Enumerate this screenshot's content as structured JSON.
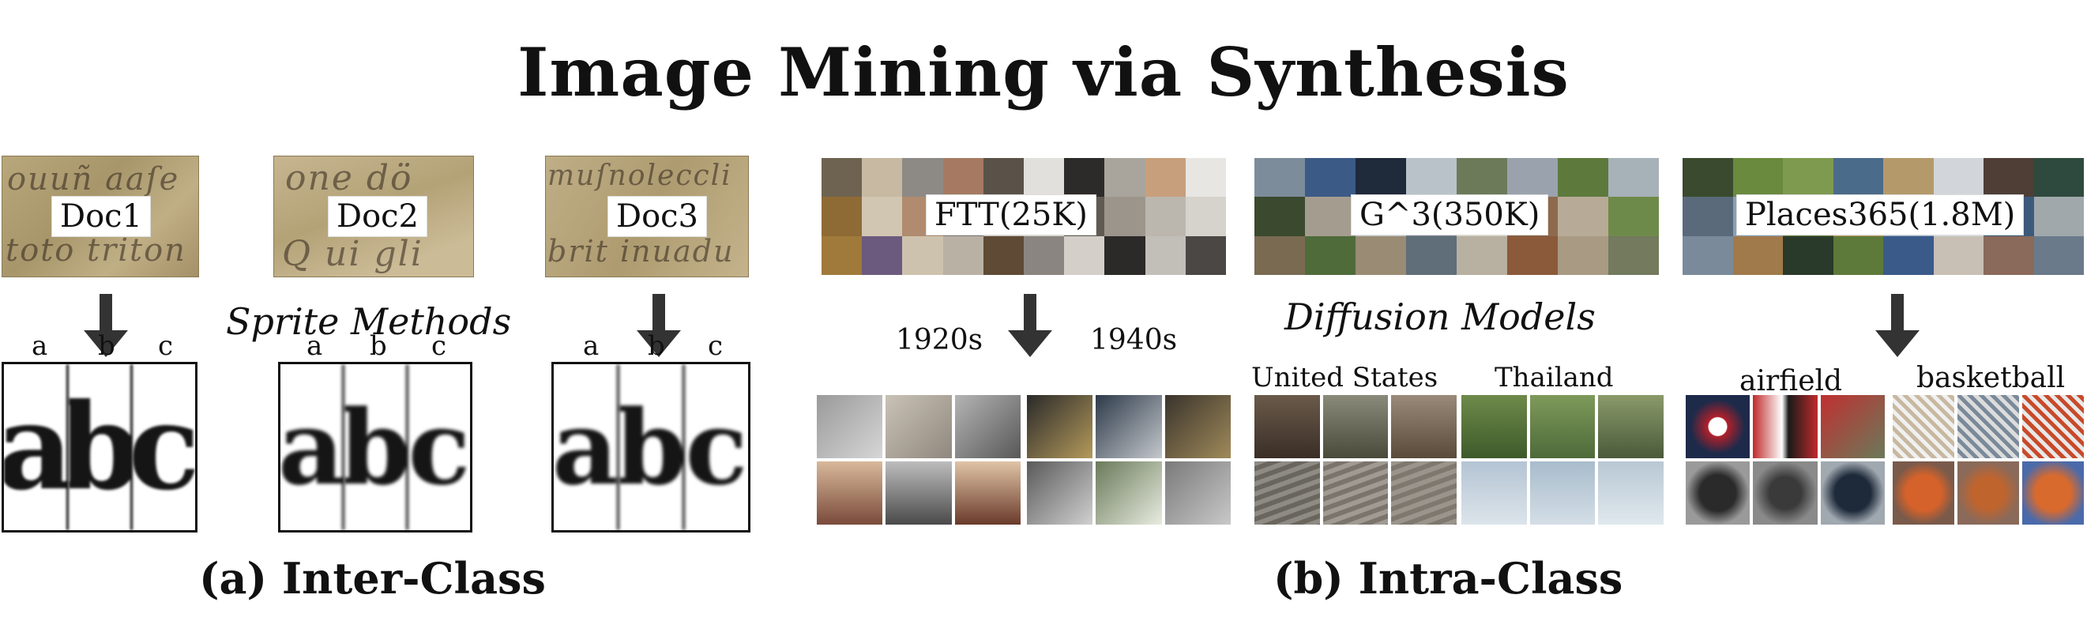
{
  "title": "Image Mining via Synthesis",
  "inter_class": {
    "caption": "(a) Inter-Class",
    "method_label": "Sprite Methods",
    "docs": [
      {
        "label": "Doc1",
        "text_top": "ouuñ aaſe",
        "text_bottom": "toto triton"
      },
      {
        "label": "Doc2",
        "text_top": "one dö",
        "text_bottom": "Q ui gli"
      },
      {
        "label": "Doc3",
        "text_top": "muſnoleccli",
        "text_bottom": "brit inuadu"
      }
    ],
    "letters": [
      "a",
      "b",
      "c"
    ]
  },
  "intra_class": {
    "caption": "(b) Intra-Class",
    "method_label": "Diffusion Models",
    "datasets": [
      {
        "label": "FTT(25K)",
        "groups": [
          "1920s",
          "1940s"
        ]
      },
      {
        "label": "G^3(350K)",
        "groups": [
          "United States",
          "Thailand"
        ]
      },
      {
        "label": "Places365(1.8M)",
        "groups": [
          "airfield",
          "basketball"
        ]
      }
    ]
  },
  "colors": {
    "parchment": "#b8a57c",
    "ink": "#111111"
  },
  "icons": [
    "down-arrow-icon"
  ]
}
